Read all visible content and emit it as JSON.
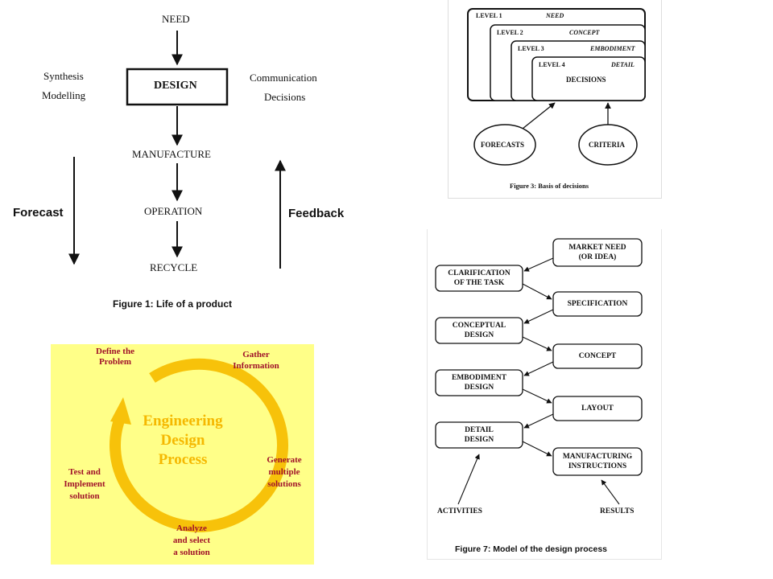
{
  "figure1": {
    "need": "NEED",
    "design": "DESIGN",
    "manufacture": "MANUFACTURE",
    "operation": "OPERATION",
    "recycle": "RECYCLE",
    "synthesis": "Synthesis",
    "modelling": "Modelling",
    "communication": "Communication",
    "decisions": "Decisions",
    "forecast": "Forecast",
    "feedback": "Feedback",
    "caption": "Figure 1:  Life of a product"
  },
  "figure3": {
    "levels": [
      {
        "level": "LEVEL 1",
        "name": "NEED"
      },
      {
        "level": "LEVEL 2",
        "name": "CONCEPT"
      },
      {
        "level": "LEVEL 3",
        "name": "EMBODIMENT"
      },
      {
        "level": "LEVEL 4",
        "name": "DETAIL"
      }
    ],
    "decisions": "DECISIONS",
    "forecasts": "FORECASTS",
    "criteria": "CRITERIA",
    "caption": "Figure 3:  Basis of decisions"
  },
  "cycle": {
    "title_lines": [
      "Engineering",
      "Design",
      "Process"
    ],
    "define": [
      "Define the",
      "Problem"
    ],
    "gather": [
      "Gather",
      "Information"
    ],
    "generate": [
      "Generate",
      "multiple",
      "solutions"
    ],
    "analyze": [
      "Analyze",
      "and select",
      "a solution"
    ],
    "test": [
      "Test and",
      "Implement",
      "solution"
    ],
    "colors": {
      "background": "#ffff88",
      "ring": "#f7c20a",
      "title": "#f5b800",
      "labels": "#a0122a"
    }
  },
  "figure7": {
    "activities_boxes": [
      [
        "CLARIFICATION",
        "OF THE TASK"
      ],
      [
        "CONCEPTUAL",
        "DESIGN"
      ],
      [
        "EMBODIMENT",
        "DESIGN"
      ],
      [
        "DETAIL",
        "DESIGN"
      ]
    ],
    "result_boxes": [
      [
        "MARKET NEED",
        "(OR IDEA)"
      ],
      [
        "SPECIFICATION"
      ],
      [
        "CONCEPT"
      ],
      [
        "LAYOUT"
      ],
      [
        "MANUFACTURING",
        "INSTRUCTIONS"
      ]
    ],
    "activities": "ACTIVITIES",
    "results": "RESULTS",
    "caption": "Figure 7:  Model of the design process"
  }
}
